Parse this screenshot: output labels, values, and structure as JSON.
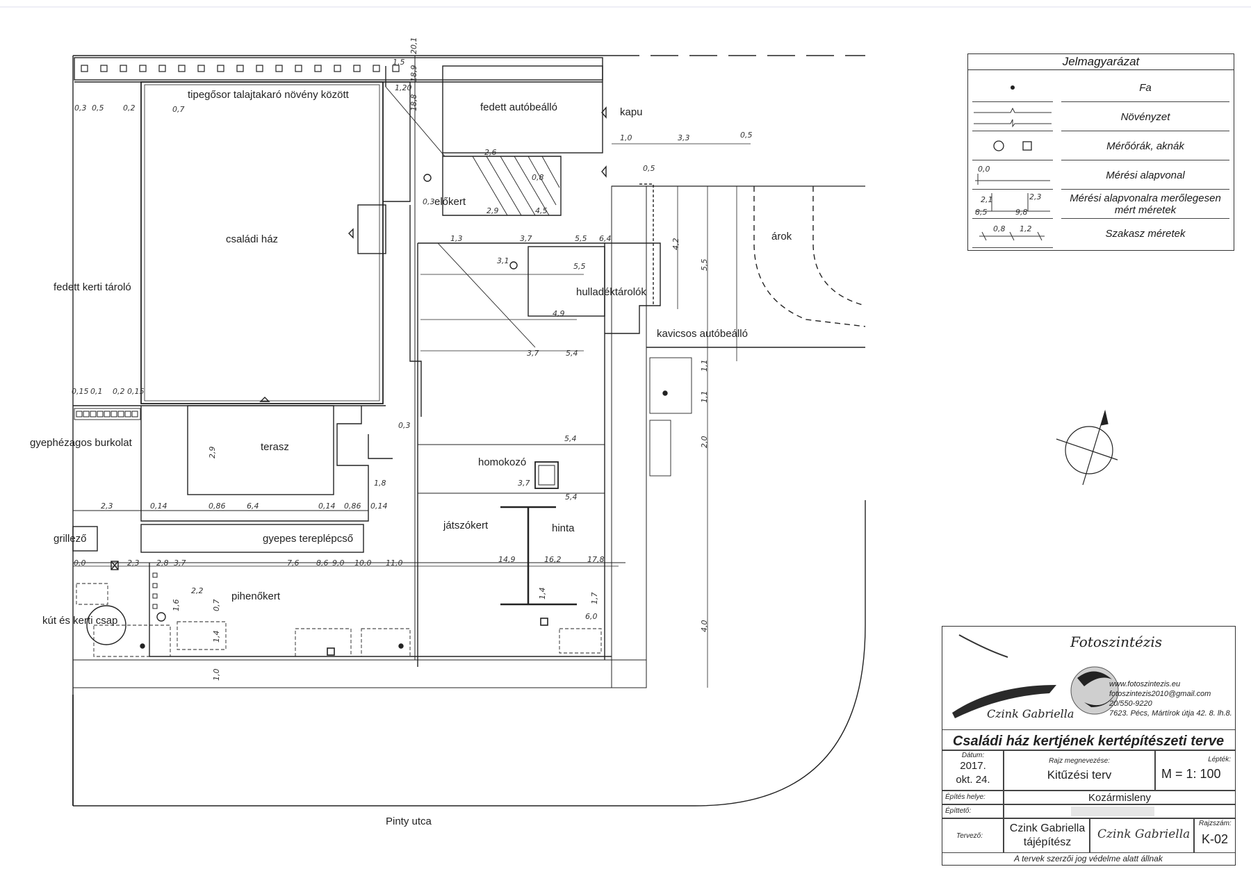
{
  "labels": {
    "tipegosor": "tipegősor talajtakaró növény között",
    "fedett_autobeallo": "fedett autóbeálló",
    "kapu": "kapu",
    "elokert": "előkert",
    "csaladi_haz": "családi ház",
    "fedett_kerti_tarolo": "fedett kerti tároló",
    "arok": "árok",
    "hulladektarolok": "hulladéktárolók",
    "kavicsos_autobeallo": "kavicsos autóbeálló",
    "gyephezagos_burkolat": "gyephézagos burkolat",
    "terasz": "terasz",
    "homokozo": "homokozó",
    "jatszokert": "játszókert",
    "hinta": "hinta",
    "grillezo": "grillező",
    "gyepes_tereplepcso": "gyepes tereplépcső",
    "pihenokert": "pihenőkert",
    "kut": "kút és kerti csap",
    "pinty_utca": "Pinty utca"
  },
  "dimensions": {
    "d_0_3a": "0,3",
    "d_0_5": "0,5",
    "d_0_2": "0,2",
    "d_0_7": "0,7",
    "d_1_20": "1,20",
    "d_1_5": "1,5",
    "d_20_1": "20,1",
    "d_18_9": "18,9",
    "d_18_8": "18,8",
    "d_1_0": "1,0",
    "d_3_3": "3,3",
    "d_0_5b": "0,5",
    "d_0_5c": "0,5",
    "d_2_6": "2,6",
    "d_0_8": "0,8",
    "d_2_9": "2,9",
    "d_4_5": "4,5",
    "d_0_3b": "0,3",
    "d_1_3": "1,3",
    "d_3_7": "3,7",
    "d_5_5": "5,5",
    "d_6_4": "6,4",
    "d_3_1": "3,1",
    "d_5_5b": "5,5",
    "d_4_9": "4,9",
    "d_3_7b": "3,7",
    "d_5_4": "5,4",
    "d_4_2": "4,2",
    "d_5_5c": "5,5",
    "d_0_15a": "0,15",
    "d_0_1": "0,1",
    "d_0_2b": "0,2",
    "d_0_15b": "0,15",
    "d_0_3c": "0,3",
    "d_5_4b": "5,4",
    "d_1_8": "1,8",
    "d_3_7c": "3,7",
    "d_5_4c": "5,4",
    "d_2_9b": "2,9",
    "d_1_1a": "1,1",
    "d_1_1b": "1,1",
    "d_2_0": "2,0",
    "d_2_3": "2,3",
    "d_0_14a": "0,14",
    "d_0_86a": "0,86",
    "d_6_4b": "6,4",
    "d_0_14b": "0,14",
    "d_0_86b": "0,86",
    "d_0_14c": "0,14",
    "d_0_0": "0,0",
    "d_2_3b": "2,3",
    "d_2_8": "2,8",
    "d_3_7d": "3,7",
    "d_7_6": "7,6",
    "d_8_6": "8,6",
    "d_9_0": "9,0",
    "d_10_0": "10,0",
    "d_11_0": "11,0",
    "d_14_9": "14,9",
    "d_16_2": "16,2",
    "d_17_8": "17,8",
    "d_2_2": "2,2",
    "d_1_6": "1,6",
    "d_1_4": "1,4",
    "d_6_0": "6,0",
    "d_1_7": "1,7",
    "d_4_0": "4,0",
    "d_1_0b": "1,0",
    "d_1_4b": "1,4",
    "d_0_7b": "0,7"
  },
  "legend": {
    "title": "Jelmagyarázat",
    "items": [
      "Fa",
      "Növényzet",
      "Mérőórák, aknák",
      "Mérési alapvonal",
      "Mérési alapvonalra merőlegesen mért méretek",
      "Szakasz méretek"
    ],
    "sym_0_0": "0,0",
    "sym_2_1": "2,1",
    "sym_8_5": "8,5",
    "sym_2_3": "2,3",
    "sym_9_8": "9,8",
    "sym_0_8": "0,8",
    "sym_1_2": "1,2"
  },
  "title_block": {
    "brand": "Fotoszintézis",
    "author_logo": "Czink Gabriella",
    "web": "www.fotoszintezis.eu",
    "email": "fotoszintezis2010@gmail.com",
    "phone": "20/550-9220",
    "address": "7623. Pécs, Mártírok útja 42. 8. lh.8.",
    "project_title": "Családi ház kertjének kertépítészeti terve",
    "date_label": "Dátum:",
    "date_value_1": "2017.",
    "date_value_2": "okt. 24.",
    "drawing_name_label": "Rajz megnevezése:",
    "drawing_name": "Kitűzési terv",
    "scale_label": "Lépték:",
    "scale": "M = 1: 100",
    "site_label": "Építés helye:",
    "site": "Kozármisleny",
    "builder_label": "Építtető:",
    "designer_label": "Tervező:",
    "designer_name": "Czink Gabriella",
    "designer_role": "tájépítész",
    "signature": "Czink Gabriella",
    "sheet_label": "Rajzszám:",
    "sheet": "K-02",
    "copyright": "A tervek szerzői jog védelme alatt állnak"
  }
}
